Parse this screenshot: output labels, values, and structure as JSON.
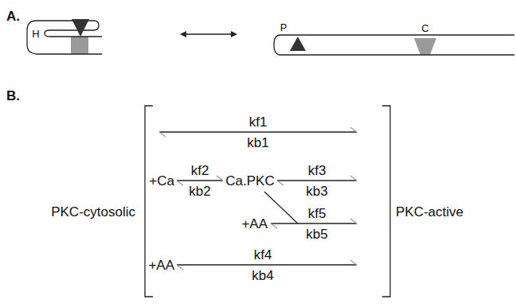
{
  "diagram": {
    "labels": [
      "A.",
      "H",
      "P",
      "C",
      "B.",
      "PKC-cytosolic",
      "kf1",
      "kb1",
      "+Ca",
      "kf2",
      "kb2",
      "Ca.PKC",
      "kf3",
      "kb3",
      "+AA",
      "kf5",
      "kb5",
      "+AA",
      "kf4",
      "kb4",
      "PKC-active"
    ]
  }
}
